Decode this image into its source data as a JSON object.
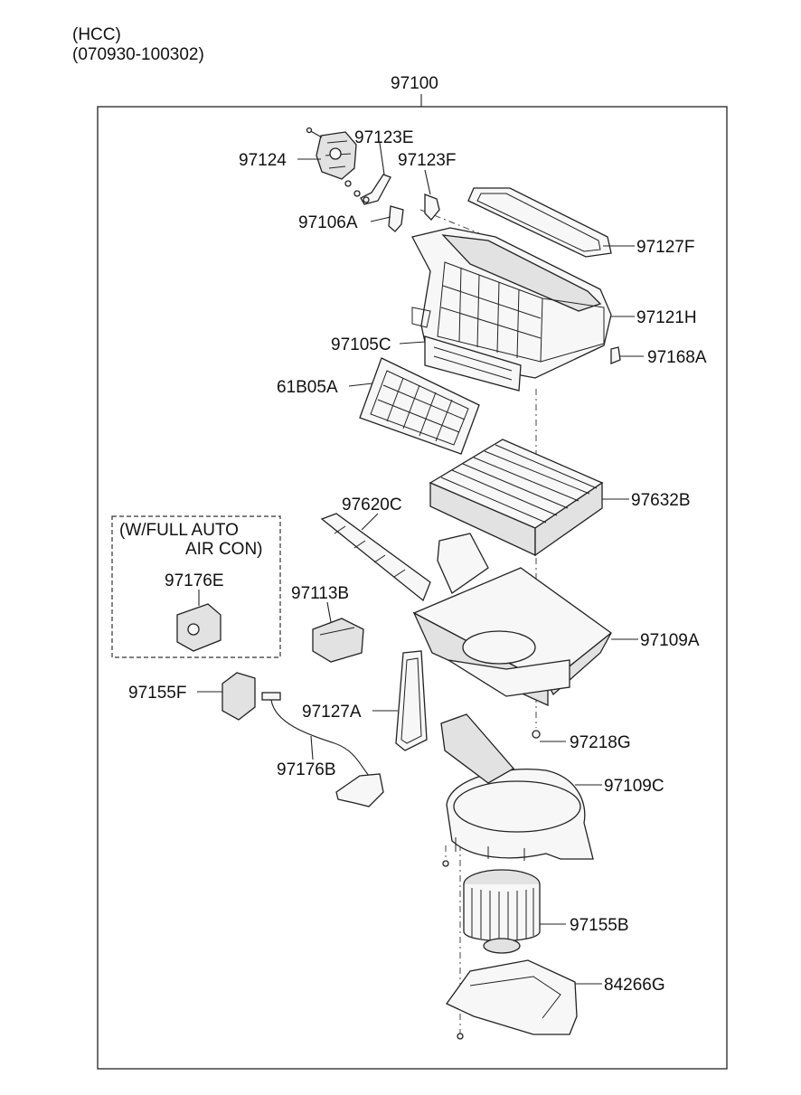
{
  "header": {
    "model": "(HCC)",
    "date_range": "(070930-100302)"
  },
  "assembly_label": "97100",
  "option_box": {
    "line1": "(W/FULL AUTO",
    "line2": "AIR CON)"
  },
  "callouts": {
    "p97123E": "97123E",
    "p97124": "97124",
    "p97123F": "97123F",
    "p97106A": "97106A",
    "p97127F": "97127F",
    "p97121H": "97121H",
    "p97105C": "97105C",
    "p97168A": "97168A",
    "p61B05A": "61B05A",
    "p97620C": "97620C",
    "p97632B": "97632B",
    "p97176E": "97176E",
    "p97113B": "97113B",
    "p97109A": "97109A",
    "p97155F": "97155F",
    "p97127A": "97127A",
    "p97218G": "97218G",
    "p97176B": "97176B",
    "p97109C": "97109C",
    "p97155B": "97155B",
    "p84266G": "84266G"
  },
  "colors": {
    "line": "#222222",
    "background": "#ffffff"
  }
}
